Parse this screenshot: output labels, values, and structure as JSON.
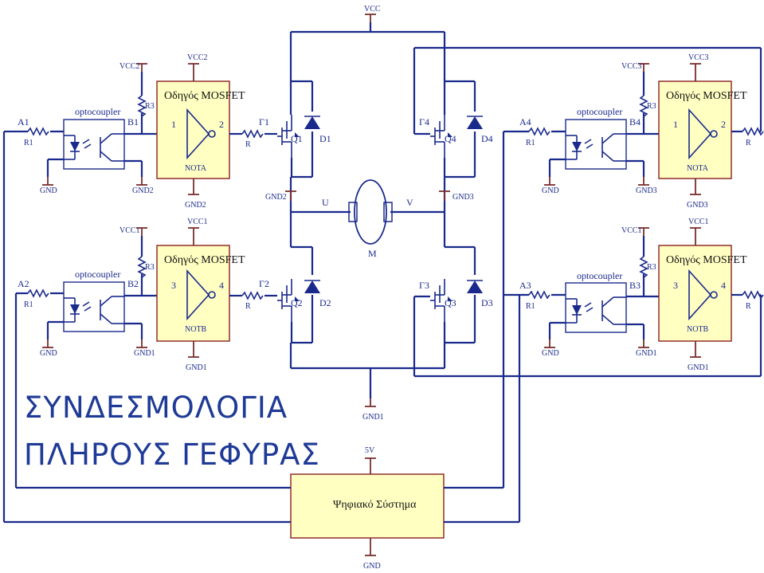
{
  "title": {
    "line1": "ΣΥΝΔΕΣΜΟΛΟΓΙΑ",
    "line2": "ΠΛΗΡΟΥΣ ΓΕΦΥΡΑΣ"
  },
  "driver_label": "Οδηγός MOSFET",
  "opto_label": "optocoupler",
  "channels": [
    {
      "id": "A",
      "in": "A1",
      "r_in": "R1",
      "node": "B1",
      "vcc_pull": "VCC2",
      "r_pull": "R3",
      "gnd_opto": "GND",
      "gnd_out": "GND2",
      "vcc_drv": "VCC2",
      "gnd_drv": "GND2",
      "pin_in": "1",
      "pin_out": "2",
      "gate_name": "NOTA",
      "r_gate": "R",
      "gate": "Γ1"
    },
    {
      "id": "B",
      "in": "A2",
      "r_in": "R1",
      "node": "B2",
      "vcc_pull": "VCC1",
      "r_pull": "R3",
      "gnd_opto": "GND",
      "gnd_out": "GND1",
      "vcc_drv": "VCC1",
      "gnd_drv": "GND1",
      "pin_in": "3",
      "pin_out": "4",
      "gate_name": "NOTB",
      "r_gate": "R",
      "gate": "Γ2"
    },
    {
      "id": "C",
      "in": "A4",
      "r_in": "R1",
      "node": "B4",
      "vcc_pull": "VCC3",
      "r_pull": "R3",
      "gnd_opto": "GND",
      "gnd_out": "GND3",
      "vcc_drv": "VCC3",
      "gnd_drv": "GND3",
      "pin_in": "1",
      "pin_out": "2",
      "gate_name": "NOTA",
      "r_gate": "R",
      "gate": "Γ4"
    },
    {
      "id": "D",
      "in": "A3",
      "r_in": "R1",
      "node": "B3",
      "vcc_pull": "VCC1",
      "r_pull": "R3",
      "gnd_opto": "GND",
      "gnd_out": "GND1",
      "vcc_drv": "VCC1",
      "gnd_drv": "GND1",
      "pin_in": "3",
      "pin_out": "4",
      "gate_name": "NOTB",
      "r_gate": "R",
      "gate": "Γ3"
    }
  ],
  "bridge": {
    "vcc": "VCC",
    "q1": "Q1",
    "d1": "D1",
    "q2": "Q2",
    "d2": "D2",
    "q3": "Q3",
    "d3": "D3",
    "q4": "Q4",
    "d4": "D4",
    "gnd_left": "GND2",
    "gnd_right": "GND3",
    "u": "U",
    "v": "V",
    "motor": "M",
    "gnd_bottom": "GND1"
  },
  "digital": {
    "label": "Ψηφιακό Σύστημα",
    "supply": "5V",
    "gnd": "GND"
  }
}
